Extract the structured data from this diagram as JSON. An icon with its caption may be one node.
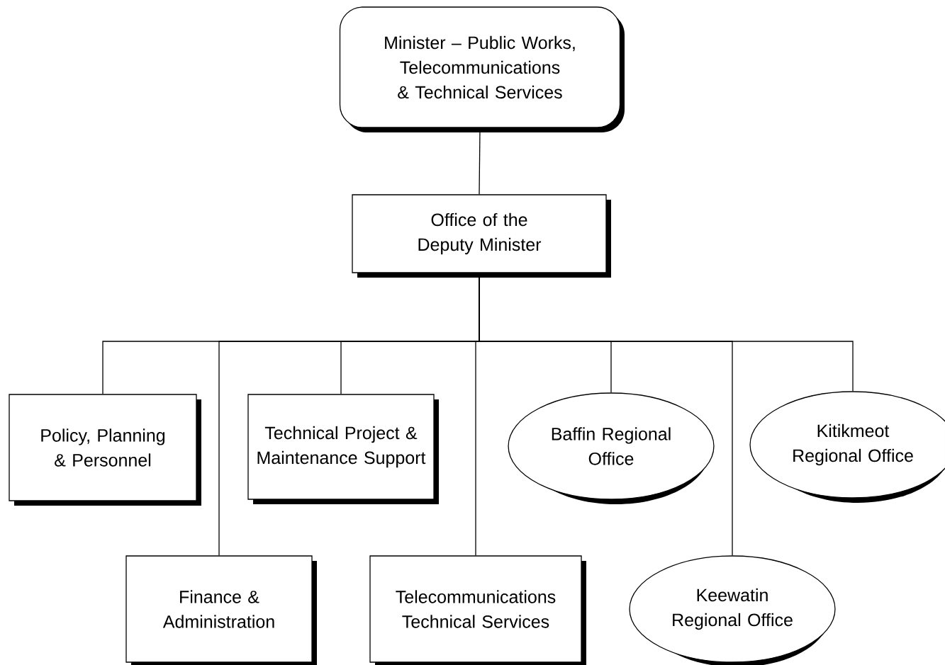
{
  "diagram": {
    "nodes": [
      {
        "text": [
          "Minister – Public Works, Telecommunications & Technical Services"
        ]
      },
      {
        "text": [
          "Office of the Deputy Minister"
        ]
      },
      {
        "text": [
          "Policy, Planning & Personnel"
        ]
      },
      {
        "text": [
          "Technical Project & Maintenance Support"
        ]
      },
      {
        "text": [
          "Finance & Administration"
        ]
      },
      {
        "text": [
          "Telecommunications Technical Services"
        ]
      },
      {
        "text": [
          "Baffin Regional Office"
        ]
      },
      {
        "text": [
          "Kitikmeot Regional Office"
        ]
      },
      {
        "text": [
          "Keewatin Regional Office"
        ]
      }
    ],
    "edges": [
      {
        "from": 0,
        "to": 1,
        "arrow": "none"
      },
      {
        "from": 1,
        "to": 2,
        "arrow": "none"
      },
      {
        "from": 1,
        "to": 4,
        "arrow": "none"
      },
      {
        "from": 1,
        "to": 3,
        "arrow": "none"
      },
      {
        "from": 1,
        "to": 5,
        "arrow": "none"
      },
      {
        "from": 1,
        "to": 6,
        "arrow": "none"
      },
      {
        "from": 1,
        "to": 8,
        "arrow": "none"
      },
      {
        "from": 1,
        "to": 7,
        "arrow": "none"
      }
    ]
  }
}
